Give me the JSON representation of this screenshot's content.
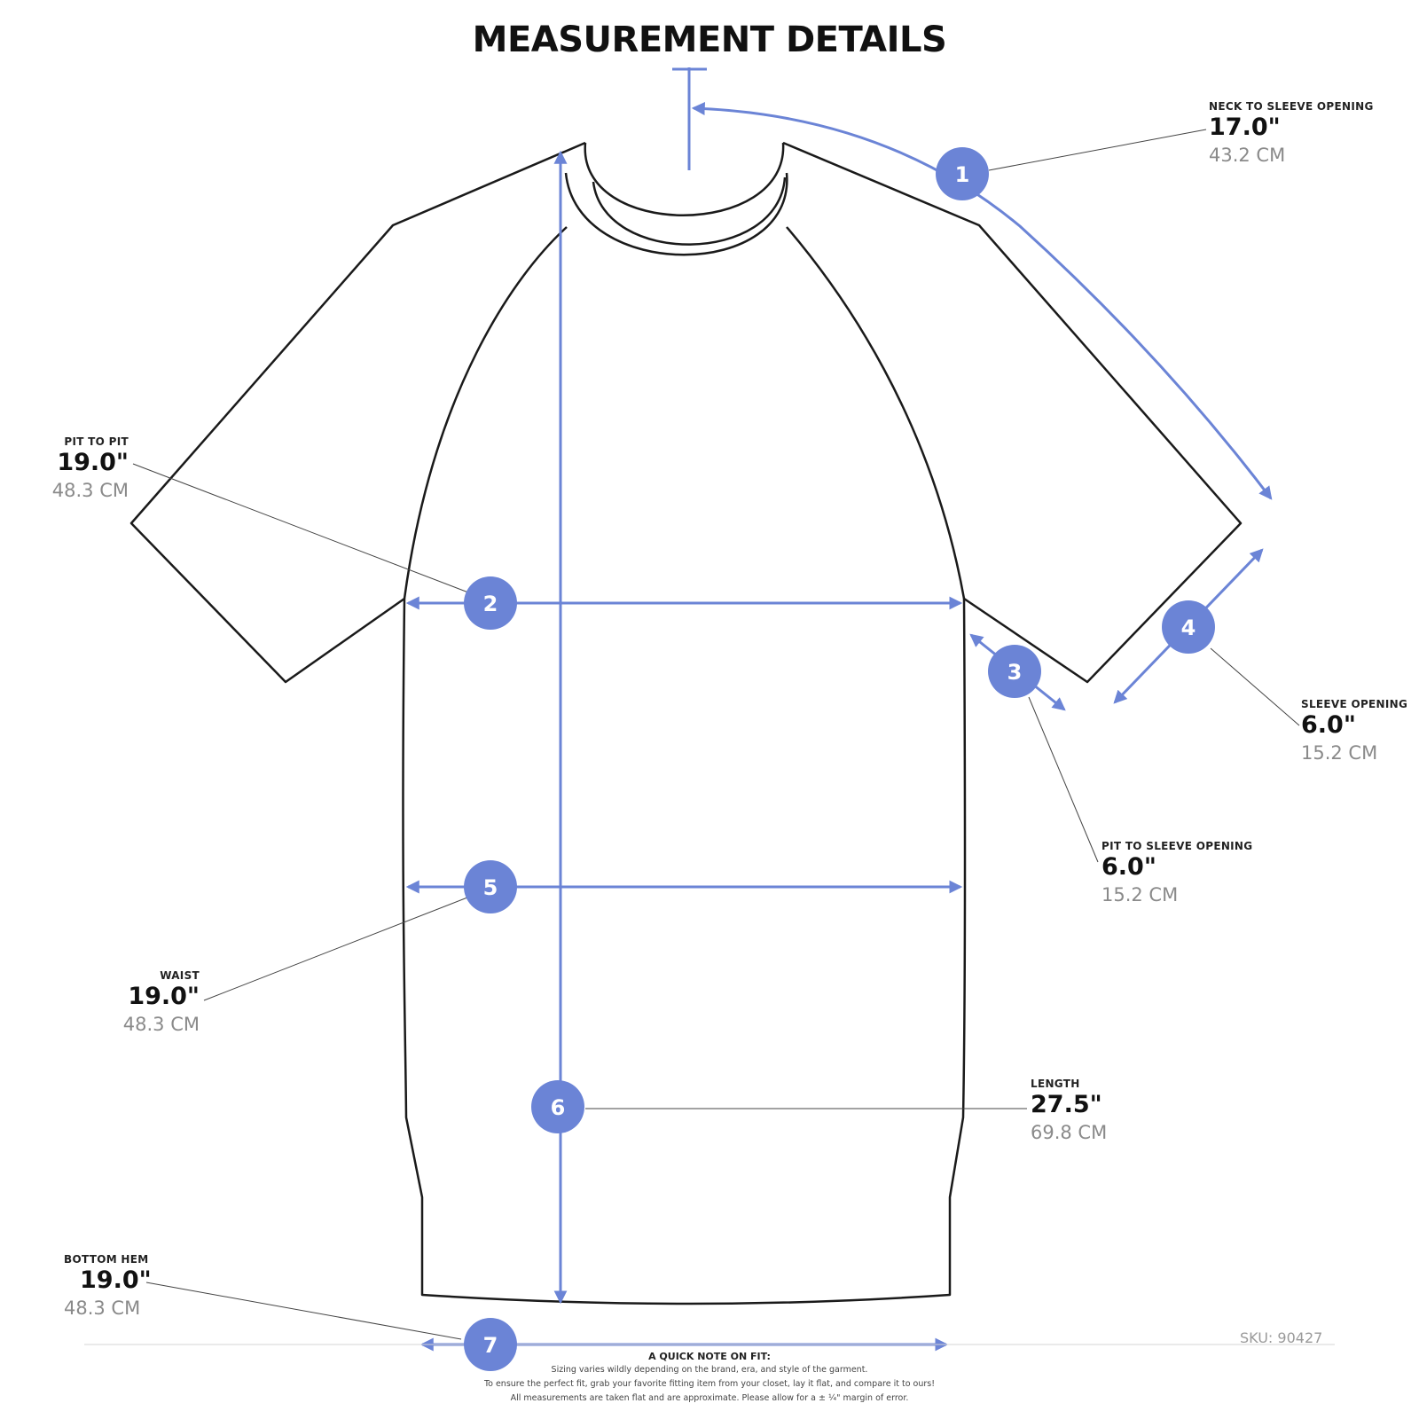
{
  "title": "MEASUREMENT DETAILS",
  "accent_color": "#6B84D6",
  "measurements": [
    {
      "number": "1",
      "name": "NECK TO SLEEVE OPENING",
      "inches": "17.0\"",
      "cm": "43.2 CM"
    },
    {
      "number": "2",
      "name": "PIT TO PIT",
      "inches": "19.0\"",
      "cm": "48.3 CM"
    },
    {
      "number": "3",
      "name": "PIT TO SLEEVE OPENING",
      "inches": "6.0\"",
      "cm": "15.2 CM"
    },
    {
      "number": "4",
      "name": "SLEEVE OPENING",
      "inches": "6.0\"",
      "cm": "15.2 CM"
    },
    {
      "number": "5",
      "name": "WAIST",
      "inches": "19.0\"",
      "cm": "48.3 CM"
    },
    {
      "number": "6",
      "name": "LENGTH",
      "inches": "27.5\"",
      "cm": "69.8 CM"
    },
    {
      "number": "7",
      "name": "BOTTOM HEM",
      "inches": "19.0\"",
      "cm": "48.3 CM"
    }
  ],
  "sku": "SKU: 90427",
  "fit_note": {
    "heading": "A QUICK NOTE ON FIT:",
    "lines": [
      "Sizing varies wildly depending on the brand, era, and style of the garment.",
      "To ensure the perfect fit, grab your favorite fitting item from your closet, lay it flat, and compare it to ours!",
      "All measurements are taken flat and are approximate. Please allow for a ± ¼\" margin of error."
    ]
  }
}
